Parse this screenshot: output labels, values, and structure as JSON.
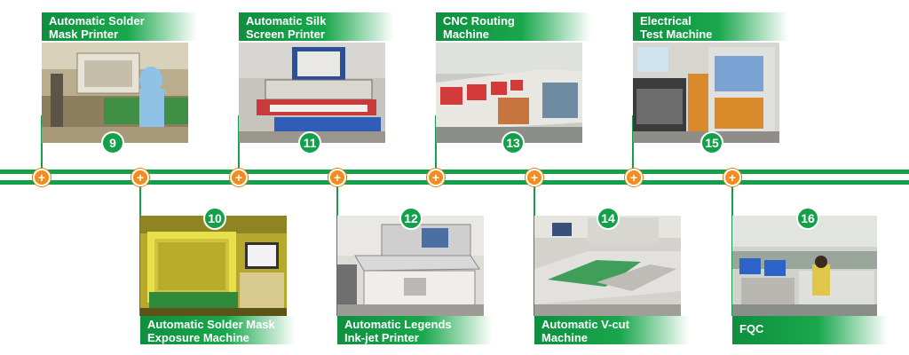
{
  "steps": [
    {
      "number": "9",
      "title_line1": "Automatic Solder",
      "title_line2": "Mask Printer",
      "image": "worker at solder mask printer"
    },
    {
      "number": "10",
      "title_line1": "Automatic Solder Mask",
      "title_line2": "Exposure Machine",
      "image": "exposure machine with yellow light"
    },
    {
      "number": "11",
      "title_line1": "Automatic Silk",
      "title_line2": "Screen Printer",
      "image": "silk screen printer"
    },
    {
      "number": "12",
      "title_line1": "Automatic Legends",
      "title_line2": "Ink-jet Printer",
      "image": "ink-jet legend printer"
    },
    {
      "number": "13",
      "title_line1": "CNC Routing",
      "title_line2": "Machine",
      "image": "row of CNC routing machines"
    },
    {
      "number": "14",
      "title_line1": "Automatic V-cut",
      "title_line2": "Machine",
      "image": "v-cut machine"
    },
    {
      "number": "15",
      "title_line1": "Electrical",
      "title_line2": "Test Machine",
      "image": "electrical test machines"
    },
    {
      "number": "16",
      "title_line1": "FQC",
      "title_line2": "",
      "image": "final quality control workstation"
    }
  ],
  "colors": {
    "accent_green": "#14a04a",
    "node_orange": "#f28c1e"
  }
}
